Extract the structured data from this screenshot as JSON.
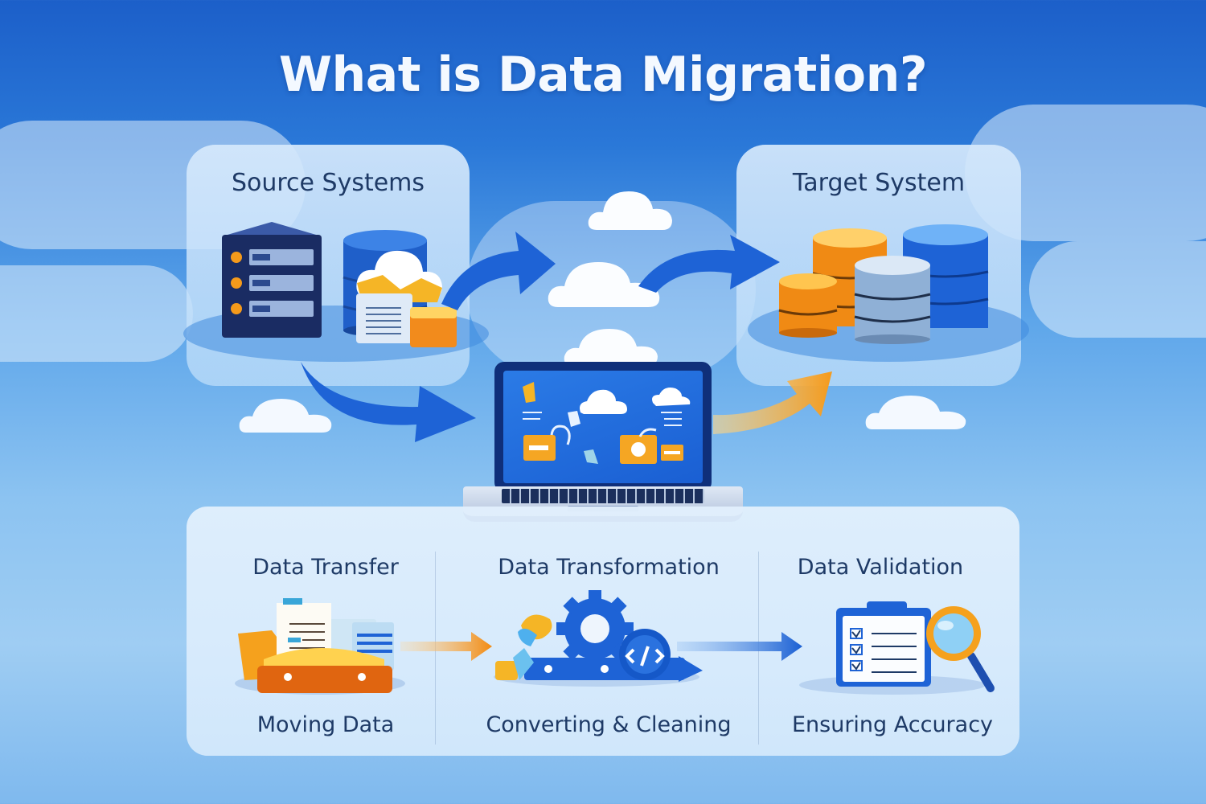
{
  "title": "What is Data Migration?",
  "source": {
    "label": "Source Systems",
    "icons": [
      "server-rack-icon",
      "database-icon",
      "cloud-icon",
      "document-icon",
      "box-icon"
    ]
  },
  "target": {
    "label": "Target System",
    "icons": [
      "orange-database-icon",
      "gray-database-icon",
      "blue-database-icon"
    ]
  },
  "center": {
    "icons": [
      "laptop-icon",
      "cloud-icon",
      "folder-icon"
    ]
  },
  "steps": [
    {
      "title": "Data Transfer",
      "subtitle": "Moving Data",
      "icon": "folder-files-icon"
    },
    {
      "title": "Data Transformation",
      "subtitle": "Converting & Cleaning",
      "icon": "gear-code-icon"
    },
    {
      "title": "Data Validation",
      "subtitle": "Ensuring Accuracy",
      "icon": "clipboard-magnifier-icon"
    }
  ],
  "colors": {
    "sky_top": "#1c5fc9",
    "sky_bottom": "#9fcdf3",
    "text_dark": "#1e3a66",
    "accent_blue": "#1e63d6",
    "accent_orange": "#f59a1b",
    "navy": "#0f2f7a"
  }
}
